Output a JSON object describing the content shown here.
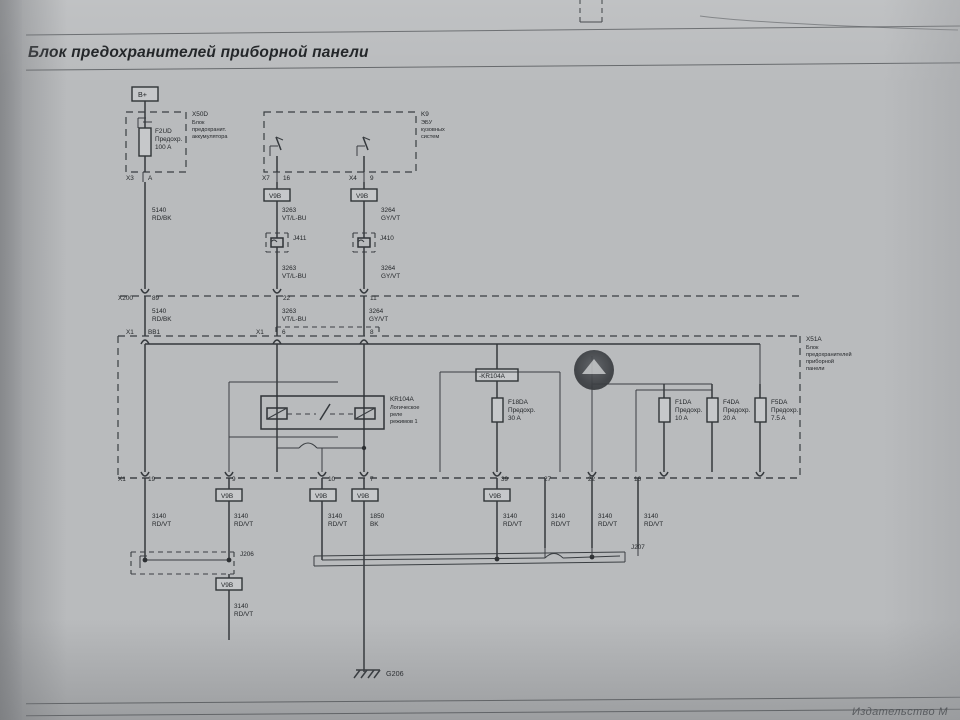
{
  "page": {
    "title": "Блок предохранителей приборной панели",
    "footer": "Издательство  М",
    "bg_color": "#b9bbbd",
    "ink_color": "#2d3033"
  },
  "top_terminal": {
    "label": "B+"
  },
  "blocks": [
    {
      "id": "X50D",
      "tag": "X50D",
      "desc_lines": [
        "Блок",
        "предохранит.",
        "аккумулятора"
      ],
      "pins": [
        "X3",
        "A"
      ],
      "fuse": {
        "id": "F2UD",
        "type": "Предохр.",
        "rating": "100 A"
      }
    },
    {
      "id": "K9",
      "tag": "K9",
      "desc_lines": [
        "ЭБУ",
        "кузовных",
        "систем"
      ],
      "pins": [
        "X7",
        "16",
        "X4",
        "9"
      ]
    },
    {
      "id": "X51A",
      "tag": "X51A",
      "desc_lines": [
        "Блок",
        "предохранителей",
        "приборной",
        "панели"
      ]
    }
  ],
  "relay": {
    "id": "KR104A",
    "desc_lines": [
      "Логическое",
      "реле",
      "режимов 1"
    ],
    "ref_label": "-KR104A"
  },
  "fuses": [
    {
      "id": "F18DA",
      "type": "Предохр.",
      "rating": "30 A"
    },
    {
      "id": "F1DA",
      "type": "Предохр.",
      "rating": "10 A"
    },
    {
      "id": "F4DA",
      "type": "Предохр.",
      "rating": "20 A"
    },
    {
      "id": "F5DA",
      "type": "Предохр.",
      "rating": "7.5 A"
    }
  ],
  "connectors": [
    {
      "id": "J411"
    },
    {
      "id": "J410"
    }
  ],
  "splices": [
    {
      "id": "J206"
    },
    {
      "id": "J207"
    }
  ],
  "ground": {
    "id": "G206"
  },
  "connector_rows": {
    "x200": {
      "tag": "X200",
      "pins": [
        "89",
        "22",
        "11"
      ]
    },
    "x1_top": {
      "tag": "X1",
      "pins": [
        "BB1",
        "6",
        "8"
      ]
    },
    "x1_bottom": {
      "tag": "X1",
      "pins": [
        "19",
        "9",
        "10",
        "7",
        "39",
        "27",
        "22",
        "16"
      ]
    }
  },
  "wire_markers": [
    {
      "code": "V9B"
    },
    {
      "code": "V9B"
    },
    {
      "code": "V9B"
    },
    {
      "code": "V9B"
    },
    {
      "code": "V9B"
    },
    {
      "code": "V9B"
    },
    {
      "code": "V9B"
    },
    {
      "code": "V9B"
    }
  ],
  "wires": [
    {
      "number": "5140",
      "color": "RD/BK"
    },
    {
      "number": "3263",
      "color": "VT/L-BU"
    },
    {
      "number": "3264",
      "color": "GY/VT"
    },
    {
      "number": "3263",
      "color": "VT/L-BU"
    },
    {
      "number": "3264",
      "color": "GY/VT"
    },
    {
      "number": "5140",
      "color": "RD/BK"
    },
    {
      "number": "3263",
      "color": "VT/L-BU"
    },
    {
      "number": "3264",
      "color": "GY/VT"
    },
    {
      "number": "3140",
      "color": "RD/VT"
    },
    {
      "number": "3140",
      "color": "RD/VT"
    },
    {
      "number": "3140",
      "color": "RD/VT"
    },
    {
      "number": "1850",
      "color": "BK"
    },
    {
      "number": "3140",
      "color": "RD/VT"
    },
    {
      "number": "3140",
      "color": "RD/VT"
    },
    {
      "number": "3140",
      "color": "RD/VT"
    },
    {
      "number": "3140",
      "color": "RD/VT"
    },
    {
      "number": "3140",
      "color": "RD/VT"
    }
  ]
}
